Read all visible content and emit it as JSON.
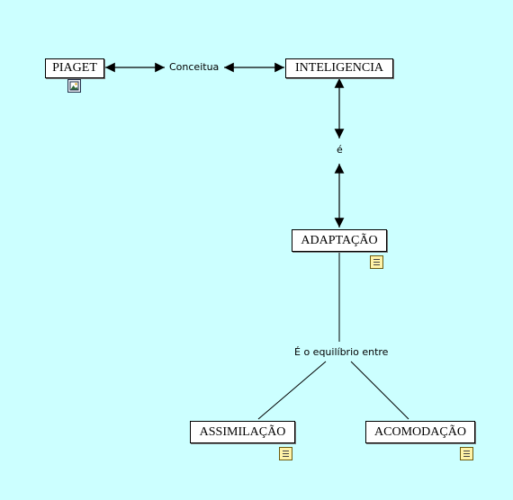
{
  "concepts": {
    "piaget": "PIAGET",
    "inteligencia": "INTELIGENCIA",
    "adaptacao": "ADAPTAÇÃO",
    "assimilacao": "ASSIMILAÇÃO",
    "acomodacao": "ACOMODAÇÃO"
  },
  "linking_phrases": {
    "conceitua": "Conceitua",
    "e": "é",
    "equilibrio": "É o equilíbrio entre"
  },
  "colors": {
    "background": "#CCFFFF",
    "node_fill": "#FFFFFF",
    "line": "#000000"
  },
  "icons": {
    "image_resource": "image-icon",
    "note_resource": "note-icon"
  }
}
